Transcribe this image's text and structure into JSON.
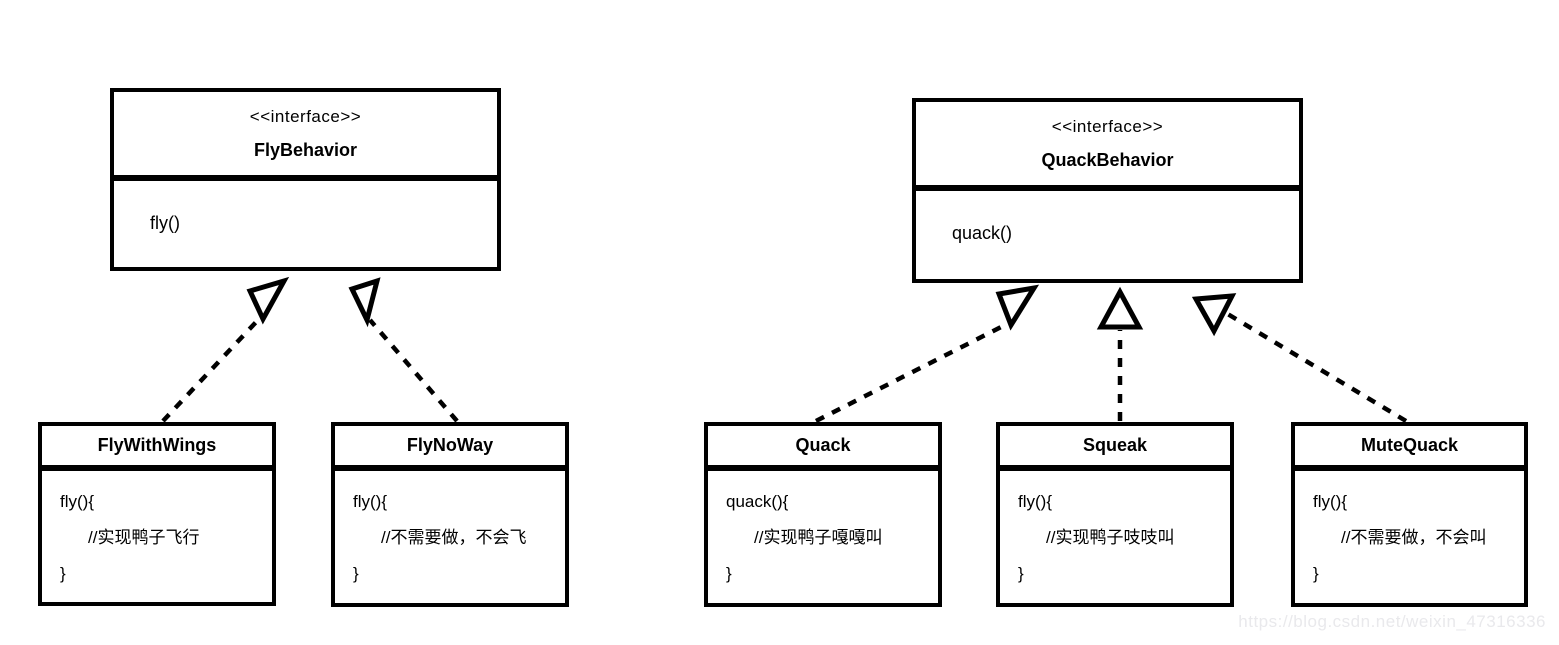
{
  "diagram": {
    "kind": "uml-class-diagram",
    "interfaces": [
      {
        "stereotype": "<<interface>>",
        "name": "FlyBehavior",
        "method": "fly()"
      },
      {
        "stereotype": "<<interface>>",
        "name": "QuackBehavior",
        "method": "quack()"
      }
    ],
    "classes": [
      {
        "name": "FlyWithWings",
        "implements": "FlyBehavior",
        "body": [
          "fly(){",
          "//实现鸭子飞行",
          "}"
        ]
      },
      {
        "name": "FlyNoWay",
        "implements": "FlyBehavior",
        "body": [
          "fly(){",
          "//不需要做，不会飞",
          "}"
        ]
      },
      {
        "name": "Quack",
        "implements": "QuackBehavior",
        "body": [
          "quack(){",
          "//实现鸭子嘎嘎叫",
          "}"
        ]
      },
      {
        "name": "Squeak",
        "implements": "QuackBehavior",
        "body": [
          "fly(){",
          "//实现鸭子吱吱叫",
          "}"
        ]
      },
      {
        "name": "MuteQuack",
        "implements": "QuackBehavior",
        "body": [
          "fly(){",
          "//不需要做，不会叫",
          "}"
        ]
      }
    ],
    "relationships": [
      {
        "from": "FlyWithWings",
        "to": "FlyBehavior",
        "type": "realization"
      },
      {
        "from": "FlyNoWay",
        "to": "FlyBehavior",
        "type": "realization"
      },
      {
        "from": "Quack",
        "to": "QuackBehavior",
        "type": "realization"
      },
      {
        "from": "Squeak",
        "to": "QuackBehavior",
        "type": "realization"
      },
      {
        "from": "MuteQuack",
        "to": "QuackBehavior",
        "type": "realization"
      }
    ],
    "watermark": "https://blog.csdn.net/weixin_47316336",
    "colors": {
      "stroke": "#000000",
      "background": "#ffffff",
      "watermark": "#e9e9ec"
    }
  }
}
